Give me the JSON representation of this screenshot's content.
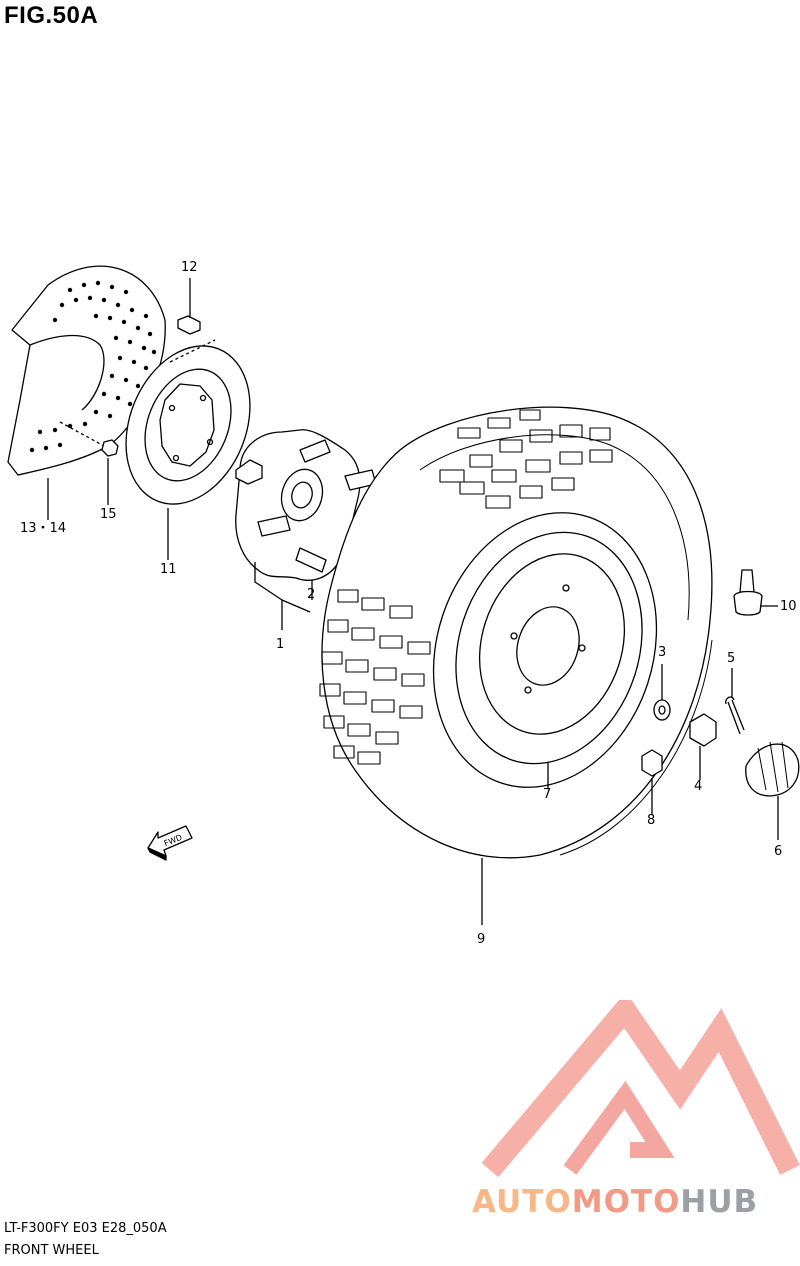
{
  "figure": {
    "title": "FIG.50A"
  },
  "callouts": {
    "n1": "1",
    "n2": "2",
    "n3": "3",
    "n4": "4",
    "n5": "5",
    "n6": "6",
    "n7": "7",
    "n8": "8",
    "n9": "9",
    "n10": "10",
    "n11": "11",
    "n12": "12",
    "n13_14": "13・14",
    "n15": "15"
  },
  "arrow": {
    "label": "FWD"
  },
  "footer": {
    "model_code": "LT-F300FY E03 E28_050A",
    "section_name": "FRONT WHEEL"
  },
  "watermark": {
    "part1": "AUTO",
    "part2": "MOTO",
    "part3": "HUB",
    "colors": {
      "red": "#f25c5c",
      "orange": "#f7b787",
      "gray": "#9aa0a6"
    }
  }
}
